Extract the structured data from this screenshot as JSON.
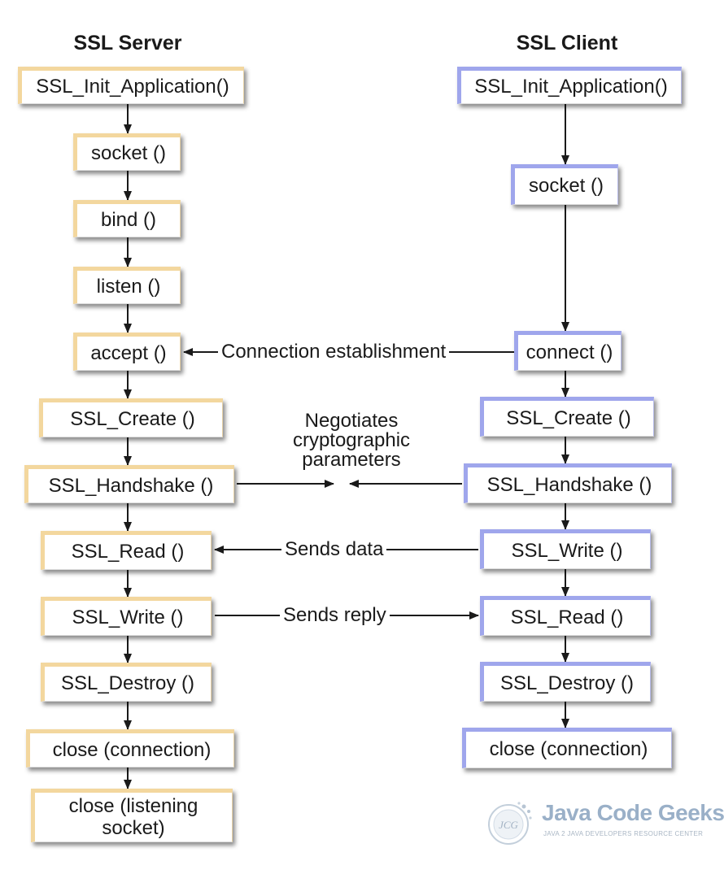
{
  "colors": {
    "server_accent": "#f3d79e",
    "client_accent": "#9fa6ec",
    "line": "#1a1a1a",
    "watermark": "#9ab0c8"
  },
  "server": {
    "title": "SSL Server",
    "steps": [
      "SSL_Init_Application()",
      "socket ()",
      "bind ()",
      "listen ()",
      "accept ()",
      "SSL_Create ()",
      "SSL_Handshake ()",
      "SSL_Read ()",
      "SSL_Write ()",
      "SSL_Destroy ()",
      "close (connection)",
      "close (listening socket)"
    ]
  },
  "client": {
    "title": "SSL Client",
    "steps": [
      "SSL_Init_Application()",
      "socket ()",
      "connect ()",
      "SSL_Create ()",
      "SSL_Handshake ()",
      "SSL_Write ()",
      "SSL_Read ()",
      "SSL_Destroy ()",
      "close (connection)"
    ]
  },
  "exchanges": {
    "connection": "Connection establishment",
    "negotiates": "Negotiates cryptographic parameters",
    "sends_data": "Sends data",
    "sends_reply": "Sends reply"
  },
  "watermark": {
    "logo_text": "JCG",
    "name": "Java Code Geeks",
    "tagline": "JAVA 2 JAVA DEVELOPERS RESOURCE CENTER"
  }
}
